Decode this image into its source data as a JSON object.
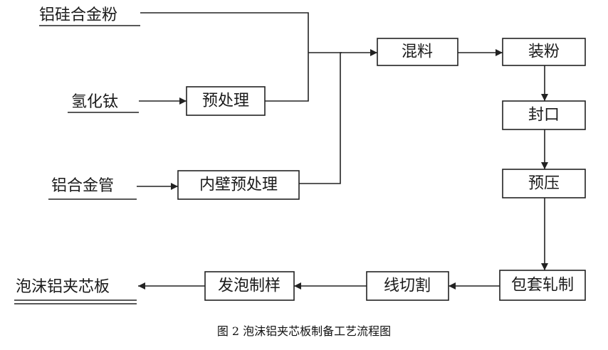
{
  "inputs": {
    "alsi_powder": "铝硅合金粉",
    "tih2": "氢化钛",
    "al_tube": "铝合金管"
  },
  "steps": {
    "pretreat": "预处理",
    "inner_pretreat": "内壁预处理",
    "mix": "混料",
    "fill": "装粉",
    "seal": "封口",
    "prepress": "预压",
    "clad_roll": "包套轧制",
    "wire_cut": "线切割",
    "foam_sample": "发泡制样"
  },
  "output": "泡沫铝夹芯板",
  "caption": "图 2 泡沫铝夹芯板制备工艺流程图"
}
